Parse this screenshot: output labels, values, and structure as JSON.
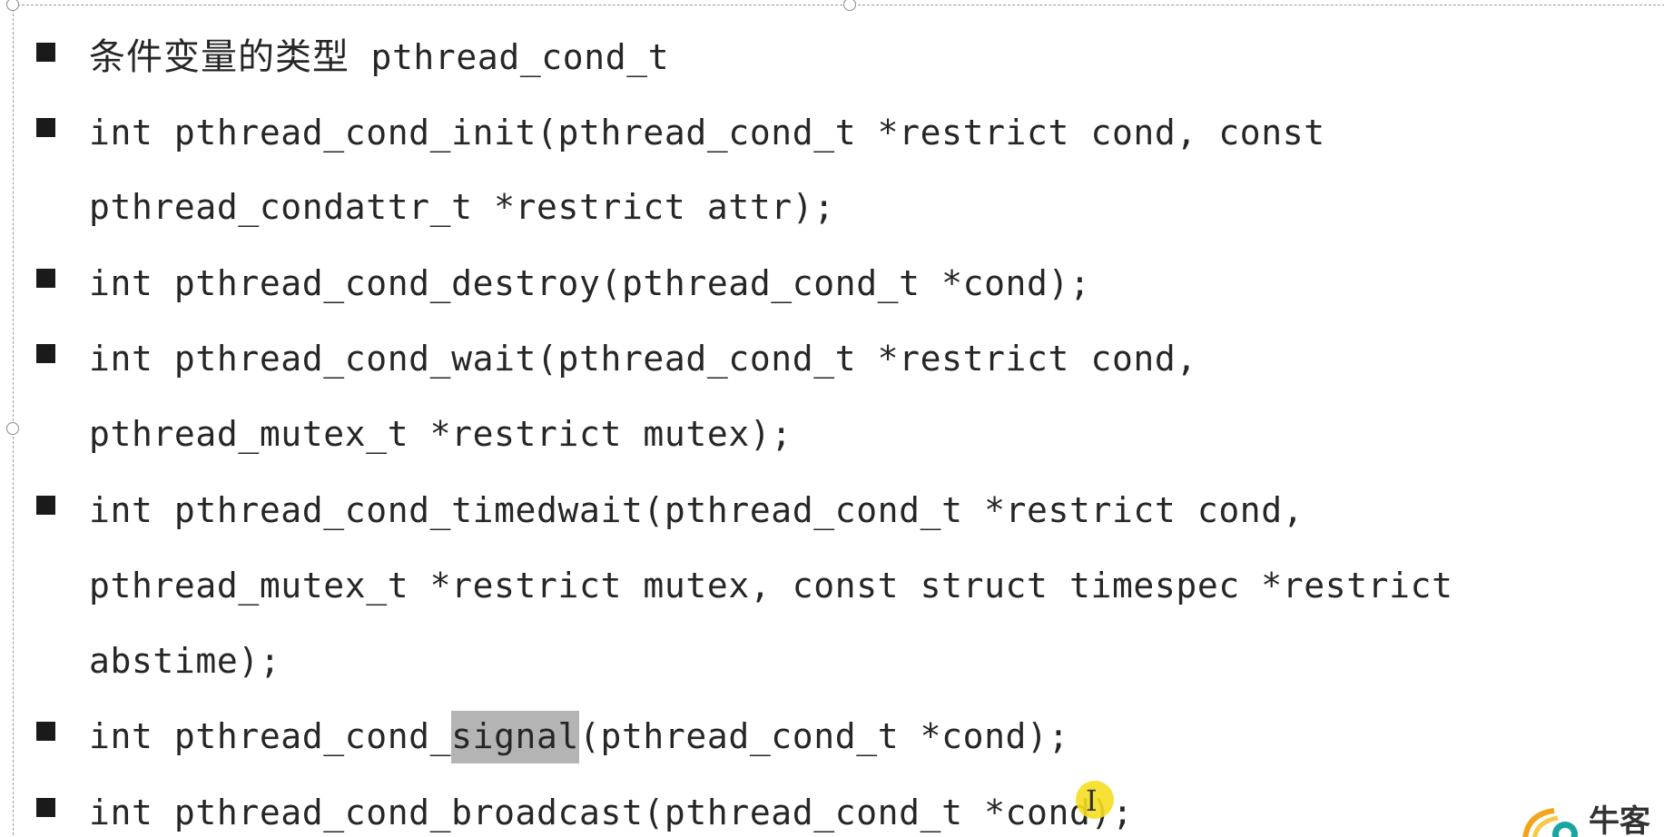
{
  "document": {
    "items": [
      {
        "lines": [
          {
            "cjk": "条件变量的类型",
            "code": " pthread_cond_t"
          }
        ]
      },
      {
        "lines": [
          {
            "code": "int pthread_cond_init(pthread_cond_t *restrict cond, const"
          },
          {
            "code": "pthread_condattr_t *restrict attr);"
          }
        ]
      },
      {
        "lines": [
          {
            "code": "int pthread_cond_destroy(pthread_cond_t *cond);"
          }
        ]
      },
      {
        "lines": [
          {
            "code": "int pthread_cond_wait(pthread_cond_t *restrict cond,"
          },
          {
            "code": "pthread_mutex_t *restrict mutex);"
          }
        ]
      },
      {
        "lines": [
          {
            "code": "int pthread_cond_timedwait(pthread_cond_t *restrict cond,"
          },
          {
            "code": "pthread_mutex_t *restrict mutex, const struct timespec *restrict"
          },
          {
            "code": "abstime);"
          }
        ]
      },
      {
        "lines": [
          {
            "before": "int pthread_cond_",
            "highlight": "signal",
            "after": "(pthread_cond_t *cond);"
          }
        ]
      },
      {
        "lines": [
          {
            "code": "int pthread_cond_broadcast(pthread_cond_t *cond);"
          }
        ]
      }
    ]
  },
  "watermark": {
    "text": "牛客",
    "icon": "nowcoder-logo-icon"
  },
  "colors": {
    "text": "#262626",
    "highlight": "#b4b4b4",
    "cursor": "#f6de20"
  }
}
